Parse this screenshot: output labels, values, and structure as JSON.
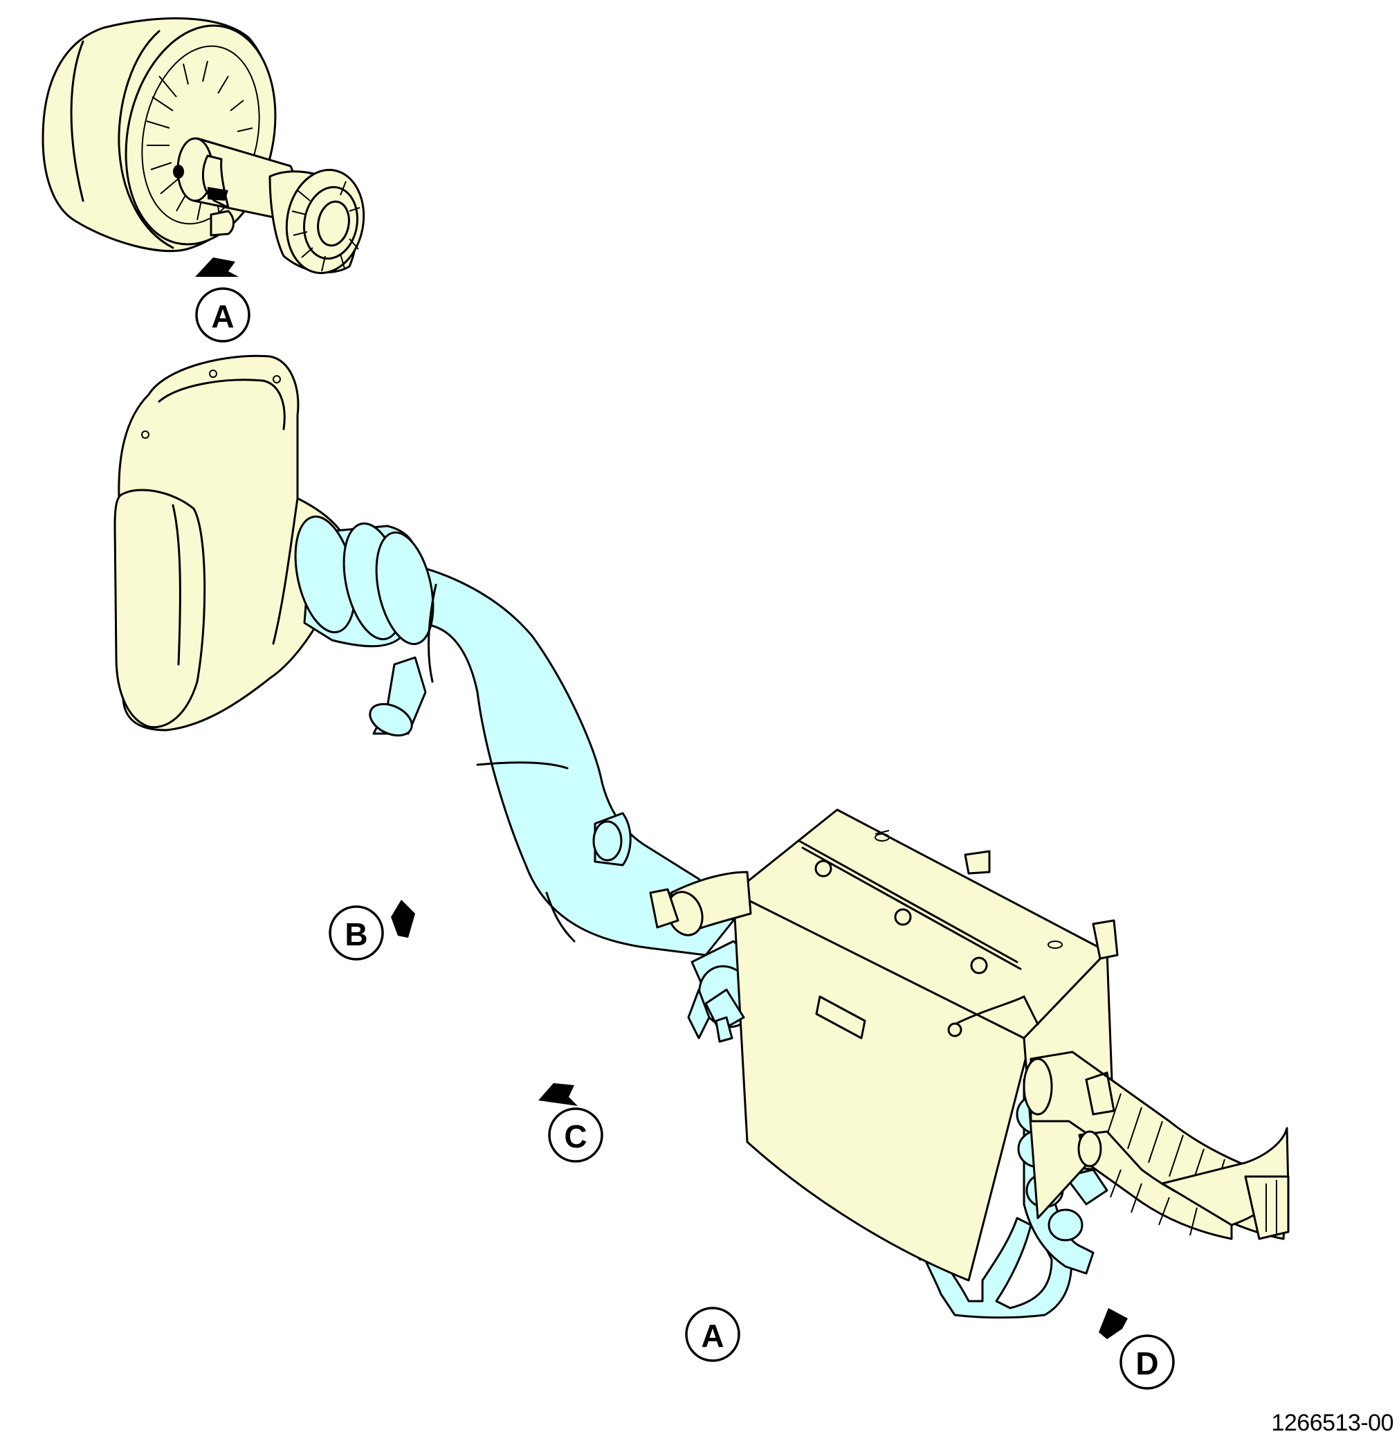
{
  "callouts": {
    "a_top": "A",
    "b": "B",
    "c": "C",
    "a_bottom": "A",
    "d": "D"
  },
  "figure_number": "1266513-00",
  "colors": {
    "cream_component": "#fafad2",
    "cyan_ducting": "#ccffff",
    "outline": "#000000"
  }
}
